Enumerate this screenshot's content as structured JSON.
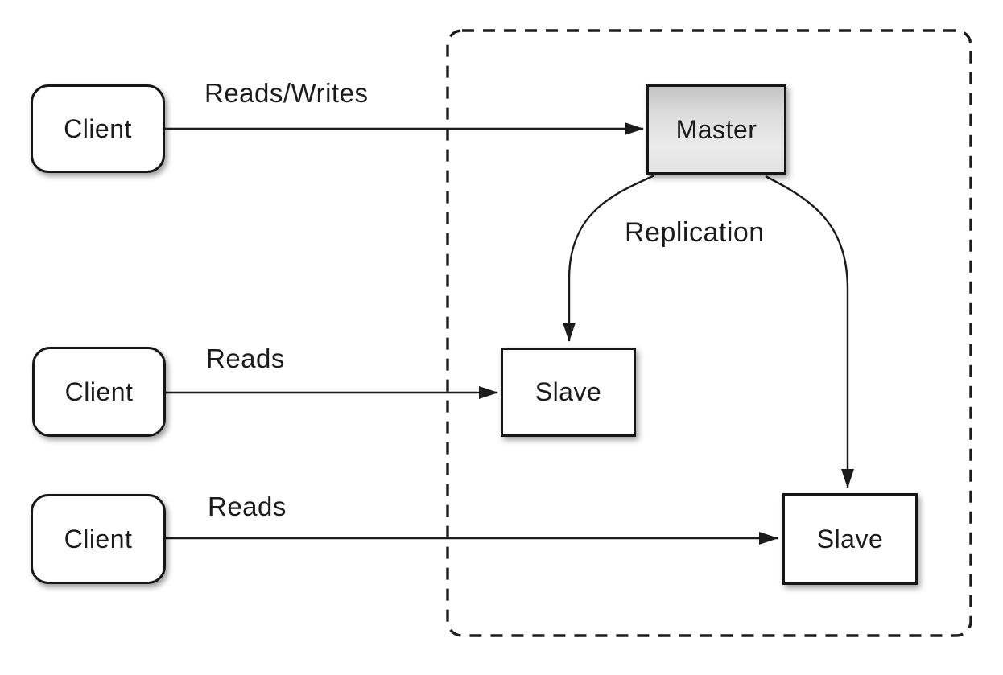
{
  "diagram": {
    "description": "Master-slave replication diagram",
    "nodes": [
      {
        "id": "client-1",
        "label": "Client",
        "shape": "rounded-rect"
      },
      {
        "id": "client-2",
        "label": "Client",
        "shape": "rounded-rect"
      },
      {
        "id": "client-3",
        "label": "Client",
        "shape": "rounded-rect"
      },
      {
        "id": "master",
        "label": "Master",
        "shape": "rect-gradient"
      },
      {
        "id": "slave-1",
        "label": "Slave",
        "shape": "rect"
      },
      {
        "id": "slave-2",
        "label": "Slave",
        "shape": "rect"
      }
    ],
    "edges": [
      {
        "from": "client-1",
        "to": "master",
        "label": "Reads/Writes",
        "style": "straight-arrow"
      },
      {
        "from": "client-2",
        "to": "slave-1",
        "label": "Reads",
        "style": "straight-arrow"
      },
      {
        "from": "client-3",
        "to": "slave-2",
        "label": "Reads",
        "style": "straight-arrow"
      },
      {
        "from": "master",
        "to": "slave-1",
        "label": "Replication",
        "style": "curved-arrow"
      },
      {
        "from": "master",
        "to": "slave-2",
        "label": "",
        "style": "curved-arrow"
      }
    ],
    "boundary": {
      "name": "replication-group",
      "style": "dashed-rounded-rect"
    },
    "colors": {
      "background": "#ffffff",
      "stroke": "#1b1b1b",
      "node_fill": "#ffffff",
      "master_gradient_top": "#c3c3c3",
      "master_gradient_bottom": "#ebebeb",
      "text": "#1b1b1b"
    }
  }
}
